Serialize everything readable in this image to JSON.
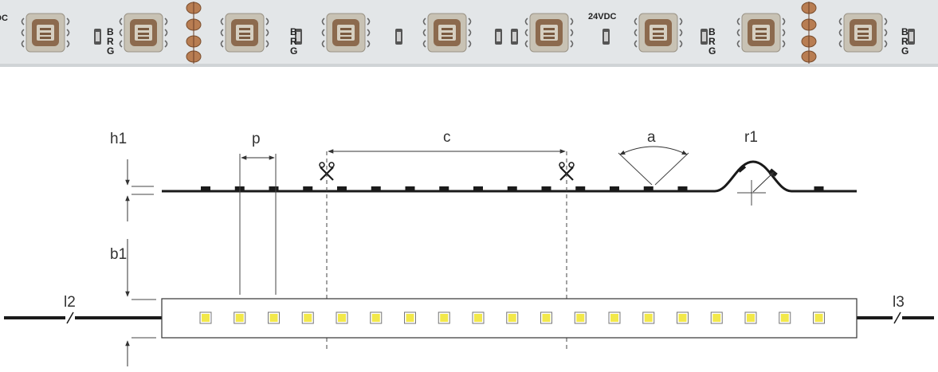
{
  "photo": {
    "voltage_label": "24VDC",
    "partial_label": "DC",
    "channel_letters": [
      "B",
      "R",
      "G"
    ]
  },
  "dimensions": {
    "h1": "h1",
    "p": "p",
    "c": "c",
    "a": "a",
    "r1": "r1",
    "b1": "b1",
    "l2": "l2",
    "l3": "l3"
  },
  "colors": {
    "strip_bg": "#e3e6e8",
    "led_body": "#c8c2b4",
    "led_core": "#8c6a4e",
    "led_yellow": "#f2e84a",
    "line": "#1a1a1a",
    "dim_line": "#444444"
  }
}
